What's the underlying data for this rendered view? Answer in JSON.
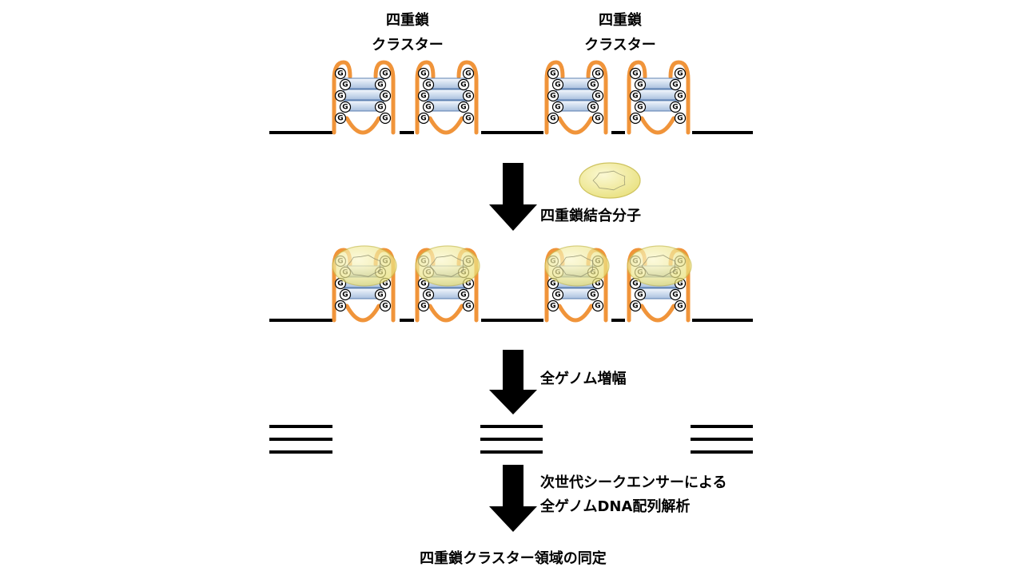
{
  "cluster_labels": [
    {
      "line1": "四重鎖",
      "line2": "クラスター"
    },
    {
      "line1": "四重鎖",
      "line2": "クラスター"
    }
  ],
  "g_letter": "G",
  "steps": [
    {
      "label": "四重鎖結合分子"
    },
    {
      "label": "全ゲノム増幅"
    },
    {
      "label_line1": "次世代シークエンサーによる",
      "label_line2": "全ゲノムDNA配列解析"
    }
  ],
  "result_label": "四重鎖クラスター領域の同定",
  "colors": {
    "loop": "#f0943a",
    "dna": "#000000",
    "plate_top": "#e6eef8",
    "plate_bottom": "#9eb8d9",
    "plate_stroke": "#5b7fb0",
    "ligand": "#f3ee9c",
    "ligand_stroke": "#c9bd4f",
    "arrow": "#000000"
  },
  "icons": [
    "down-arrow-icon",
    "ligand-molecule-icon",
    "g-quadruplex-icon"
  ]
}
